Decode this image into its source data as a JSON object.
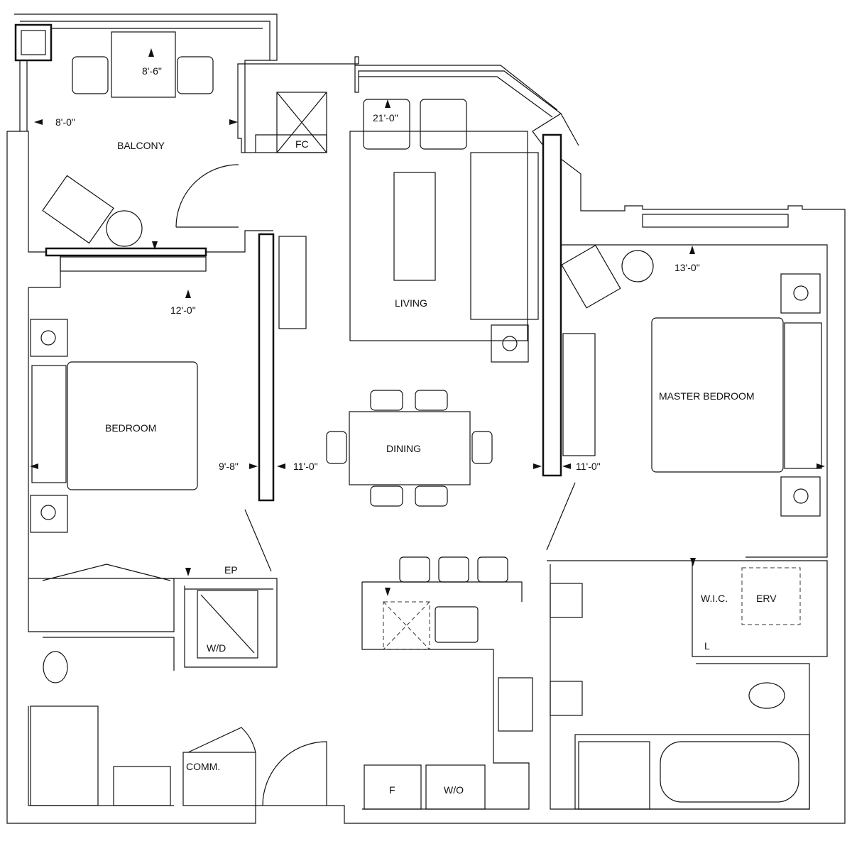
{
  "rooms": {
    "balcony": "BALCONY",
    "living": "LIVING",
    "dining": "DINING",
    "bedroom": "BEDROOM",
    "master_bedroom": "MASTER BEDROOM",
    "fc": "FC",
    "ep": "EP",
    "wd": "W/D",
    "wic": "W.I.C.",
    "erv": "ERV",
    "linen": "L",
    "comm": "COMM.",
    "fridge": "F",
    "wall_oven": "W/O"
  },
  "dimensions": {
    "balcony_depth": "8'-6\"",
    "balcony_width": "8'-0\"",
    "living_length": "21'-0\"",
    "master_width": "13'-0\"",
    "bedroom_width": "12'-0\"",
    "bedroom_depth": "9'-8\"",
    "dining_width": "11'-0\"",
    "master_depth": "11'-0\""
  }
}
